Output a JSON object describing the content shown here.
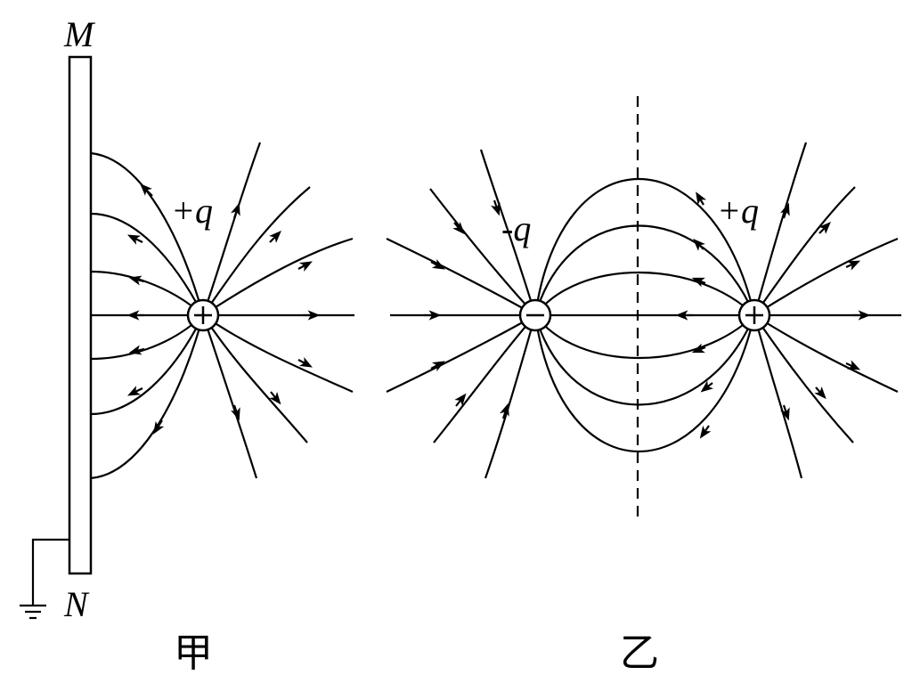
{
  "figure_a": {
    "plate_top_label": "M",
    "plate_bottom_label": "N",
    "charge_label": "+q",
    "charge_symbol": "+",
    "caption": "甲"
  },
  "figure_b": {
    "negative_label": "-q",
    "negative_symbol": "−",
    "positive_label": "+q",
    "positive_symbol": "+",
    "caption": "乙"
  },
  "colors": {
    "ink": "#000000",
    "background": "#ffffff"
  }
}
